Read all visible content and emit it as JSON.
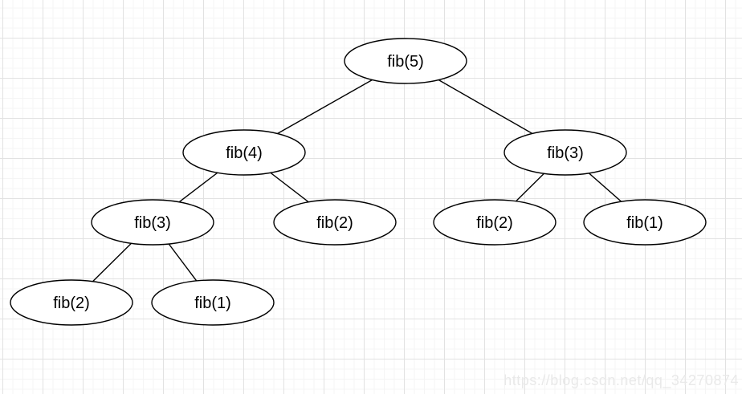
{
  "diagram": {
    "type": "recursion-tree",
    "nodes": [
      {
        "id": "fib5-root",
        "label": "fib(5)",
        "level": 1
      },
      {
        "id": "fib4",
        "label": "fib(4)",
        "level": 2
      },
      {
        "id": "fib3-right",
        "label": "fib(3)",
        "level": 2
      },
      {
        "id": "fib3-left",
        "label": "fib(3)",
        "level": 3
      },
      {
        "id": "fib2-mid",
        "label": "fib(2)",
        "level": 3
      },
      {
        "id": "fib2-right",
        "label": "fib(2)",
        "level": 3
      },
      {
        "id": "fib1-right",
        "label": "fib(1)",
        "level": 3
      },
      {
        "id": "fib2-bottom",
        "label": "fib(2)",
        "level": 4
      },
      {
        "id": "fib1-bottom",
        "label": "fib(1)",
        "level": 4
      }
    ],
    "edges": [
      {
        "from": "fib5-root",
        "to": "fib4"
      },
      {
        "from": "fib5-root",
        "to": "fib3-right"
      },
      {
        "from": "fib4",
        "to": "fib3-left"
      },
      {
        "from": "fib4",
        "to": "fib2-mid"
      },
      {
        "from": "fib3-left",
        "to": "fib2-bottom"
      },
      {
        "from": "fib3-left",
        "to": "fib1-bottom"
      },
      {
        "from": "fib3-right",
        "to": "fib2-right"
      },
      {
        "from": "fib3-right",
        "to": "fib1-right"
      }
    ]
  },
  "watermark": {
    "text": "https://blog.csdn.net/qq_34270874"
  },
  "colors": {
    "canvas_background": "#ffffff",
    "grid_minor": "#f5f5f5",
    "grid_major": "#e2e2e2",
    "node_fill": "#ffffff",
    "node_stroke": "#000000",
    "edge_stroke": "#000000",
    "label_text": "#000000",
    "watermark_text": "#e9e9e9"
  }
}
